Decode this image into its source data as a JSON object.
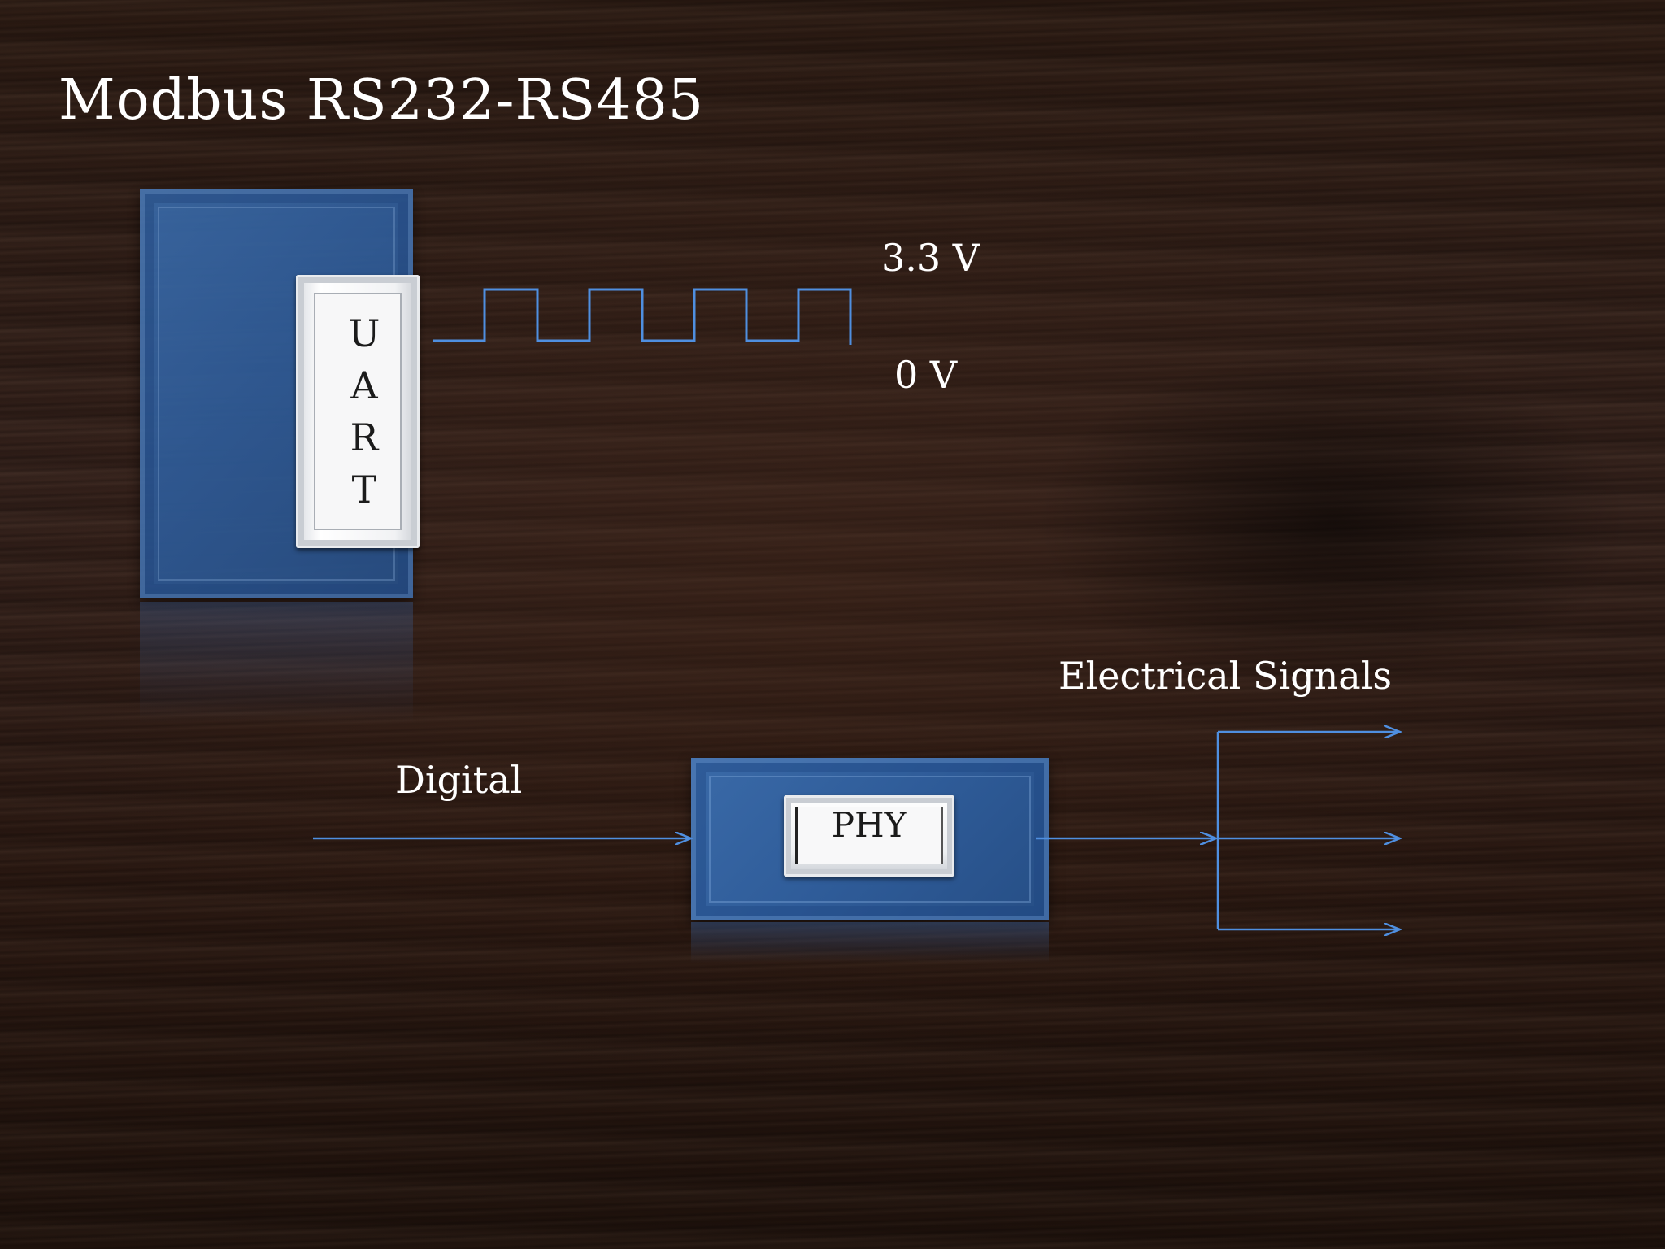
{
  "slide": {
    "title": "Modbus RS232-RS485"
  },
  "uart": {
    "letters": [
      "U",
      "A",
      "R",
      "T"
    ]
  },
  "signal": {
    "high_label": "3.3 V",
    "low_label": "0 V"
  },
  "phy": {
    "label": "PHY"
  },
  "flow": {
    "input_label": "Digital",
    "output_label": "Electrical Signals"
  },
  "colors": {
    "line": "#4f8fe0",
    "block": "#2f5c99",
    "chip": "#f1f2f4",
    "text": "#ffffff"
  }
}
